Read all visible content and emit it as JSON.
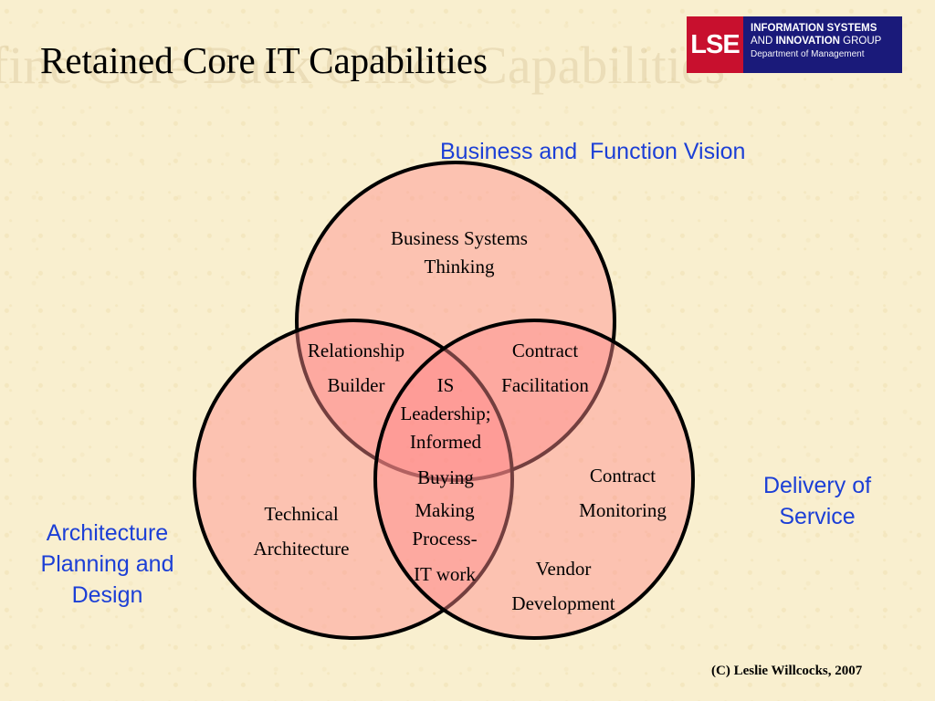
{
  "background_title": "fine Core Back Office Capabilities",
  "title": "Retained Core IT Capabilities",
  "logo": {
    "mark": "LSE",
    "line1": "INFORMATION SYSTEMS",
    "line2_a": "AND ",
    "line2_b": "INNOVATION",
    "line2_c": " GROUP",
    "line3": "Department of Management"
  },
  "outer_labels": {
    "top": "Business and  Function Vision",
    "right_1": "Delivery of",
    "right_2": "Service",
    "left_1": "Architecture",
    "left_2": "Planning and",
    "left_3": "Design"
  },
  "regions": {
    "top_only_1": "Business Systems",
    "top_only_2": "Thinking",
    "top_left_1": "Relationship",
    "top_left_2": "Builder",
    "top_right_1": "Contract",
    "top_right_2": "Facilitation",
    "center_1": "IS",
    "center_2": "Leadership;",
    "center_3": "Informed",
    "center_4": "Buying",
    "left_right_1": "Making",
    "left_right_2": "Process-",
    "left_right_3": "IT work",
    "left_only_1": "Technical",
    "left_only_2": "Architecture",
    "right_only_1": "Contract",
    "right_only_2": "Monitoring",
    "right_only_3": "Vendor",
    "right_only_4": "Development"
  },
  "colors": {
    "circle_fill": "#ff8c8c",
    "circle_stroke": "#000000",
    "label_blue": "#1c3fd6",
    "logo_navy": "#1a1a7a",
    "logo_red": "#c8102e",
    "background": "#f9efcf"
  },
  "copyright": "(C) Leslie Willcocks, 2007"
}
